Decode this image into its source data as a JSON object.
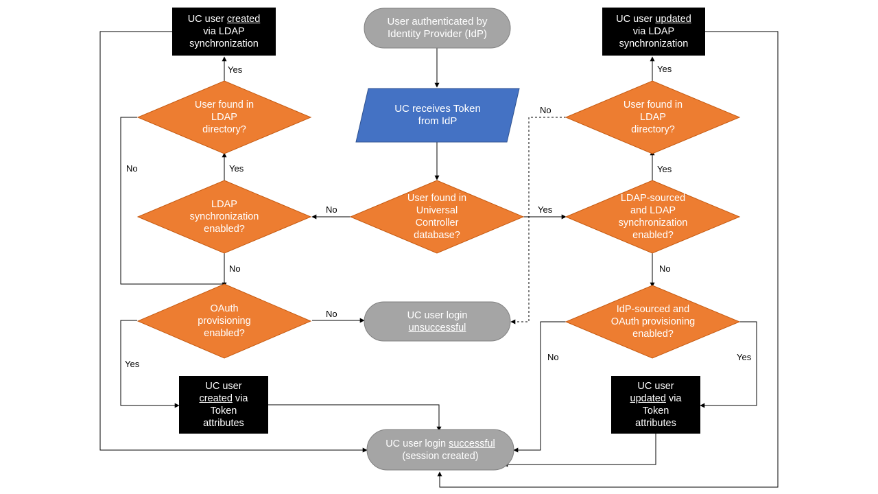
{
  "colors": {
    "decision": "#ED7D31",
    "decision_border": "#C55A11",
    "process": "#000000",
    "input": "#4472C4",
    "input_border": "#2F528F",
    "terminal": "#A5A5A5",
    "terminal_border": "#7F7F7F",
    "line": "#000000"
  },
  "nodes": {
    "start": {
      "lines": [
        [
          {
            "t": "User authenticated by"
          }
        ],
        [
          {
            "t": "Identity Provider (IdP)"
          }
        ]
      ]
    },
    "receive_token": {
      "lines": [
        [
          {
            "t": "UC receives Token"
          }
        ],
        [
          {
            "t": "from IdP"
          }
        ]
      ]
    },
    "found_uc_db": {
      "lines": [
        [
          {
            "t": "User found in"
          }
        ],
        [
          {
            "t": "Universal"
          }
        ],
        [
          {
            "t": "Controller"
          }
        ],
        [
          {
            "t": "database?"
          }
        ]
      ]
    },
    "ldap_sync_enabled": {
      "lines": [
        [
          {
            "t": "LDAP"
          }
        ],
        [
          {
            "t": "synchronization"
          }
        ],
        [
          {
            "t": "enabled?"
          }
        ]
      ]
    },
    "found_ldap_left": {
      "lines": [
        [
          {
            "t": "User found in"
          }
        ],
        [
          {
            "t": "LDAP"
          }
        ],
        [
          {
            "t": "directory?"
          }
        ]
      ]
    },
    "created_ldap": {
      "lines": [
        [
          {
            "t": "UC user "
          },
          {
            "t": "created",
            "u": true
          }
        ],
        [
          {
            "t": "via LDAP"
          }
        ],
        [
          {
            "t": "synchronization"
          }
        ]
      ]
    },
    "oauth_enabled": {
      "lines": [
        [
          {
            "t": "OAuth"
          }
        ],
        [
          {
            "t": "provisioning"
          }
        ],
        [
          {
            "t": "enabled?"
          }
        ]
      ]
    },
    "login_unsuccessful": {
      "lines": [
        [
          {
            "t": "UC user login"
          }
        ],
        [
          {
            "t": "unsuccessful",
            "u": true
          }
        ]
      ]
    },
    "created_token": {
      "lines": [
        [
          {
            "t": "UC user"
          }
        ],
        [
          {
            "t": "created",
            "u": true
          },
          {
            "t": " via"
          }
        ],
        [
          {
            "t": "Token"
          }
        ],
        [
          {
            "t": "attributes"
          }
        ]
      ]
    },
    "login_successful": {
      "lines": [
        [
          {
            "t": "UC user login "
          },
          {
            "t": "successful",
            "u": true
          }
        ],
        [
          {
            "t": "(session created)"
          }
        ]
      ]
    },
    "ldap_sourced_sync": {
      "lines": [
        [
          {
            "t": "LDAP-sourced"
          }
        ],
        [
          {
            "t": "and LDAP"
          }
        ],
        [
          {
            "t": "synchronization"
          }
        ],
        [
          {
            "t": "enabled?"
          }
        ]
      ]
    },
    "found_ldap_right": {
      "lines": [
        [
          {
            "t": "User found in"
          }
        ],
        [
          {
            "t": "LDAP"
          }
        ],
        [
          {
            "t": "directory?"
          }
        ]
      ]
    },
    "updated_ldap": {
      "lines": [
        [
          {
            "t": "UC user "
          },
          {
            "t": "updated",
            "u": true
          }
        ],
        [
          {
            "t": "via LDAP"
          }
        ],
        [
          {
            "t": "synchronization"
          }
        ]
      ]
    },
    "idp_oauth_enabled": {
      "lines": [
        [
          {
            "t": "IdP-sourced and"
          }
        ],
        [
          {
            "t": "OAuth provisioning"
          }
        ],
        [
          {
            "t": "enabled?"
          }
        ]
      ]
    },
    "updated_token": {
      "lines": [
        [
          {
            "t": "UC user"
          }
        ],
        [
          {
            "t": "updated",
            "u": true
          },
          {
            "t": " via"
          }
        ],
        [
          {
            "t": "Token"
          }
        ],
        [
          {
            "t": "attributes"
          }
        ]
      ]
    }
  },
  "edges": {
    "db_no": "No",
    "db_yes": "Yes",
    "sync_yes": "Yes",
    "sync_no": "No",
    "ldap_left_yes": "Yes",
    "ldap_left_no": "No",
    "oauth_no": "No",
    "oauth_yes": "Yes",
    "ldap_sourced_yes": "Yes",
    "ldap_sourced_no": "No",
    "ldap_right_yes": "Yes",
    "ldap_right_no": "No",
    "idp_no": "No",
    "idp_yes": "Yes"
  }
}
